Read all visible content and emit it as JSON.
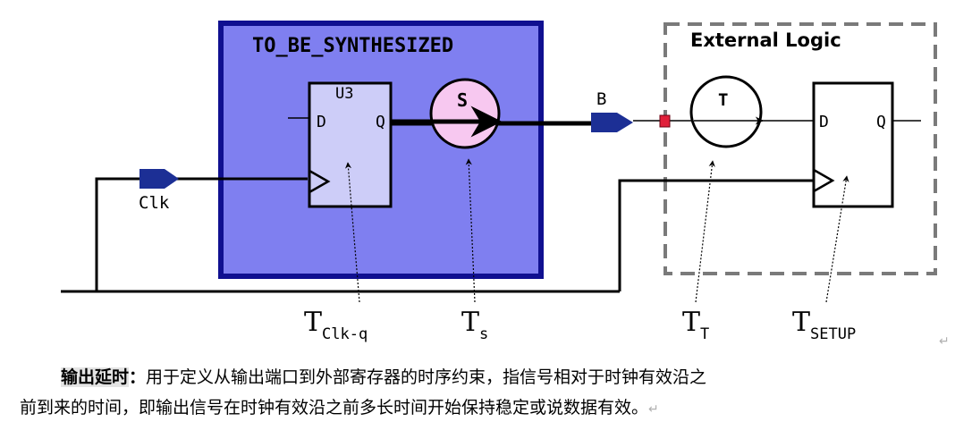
{
  "diagram": {
    "synth_block_title": "TO_BE_SYNTHESIZED",
    "external_block_title": "External Logic",
    "ff_u3": {
      "name": "U3",
      "d": "D",
      "q": "Q"
    },
    "ff_ext": {
      "d": "D",
      "q": "Q"
    },
    "logic_s": "S",
    "logic_t": "T",
    "port_b": "B",
    "port_clk": "Clk",
    "labels": {
      "t_clkq": {
        "main": "T",
        "sub": "Clk-q"
      },
      "t_s": {
        "main": "T",
        "sub": "s"
      },
      "t_t": {
        "main": "T",
        "sub": "T"
      },
      "t_setup": {
        "main": "T",
        "sub": "SETUP"
      }
    },
    "return_mark": "↵",
    "colors": {
      "synth_fill": "#7f7ff0",
      "synth_border": "#101090",
      "ff_fill": "#cdcdf8",
      "bubble_s": "#f7c8f0",
      "port": "#1c2f95",
      "dashed": "#7a7a7a",
      "marker": "#e0203a"
    }
  },
  "caption": {
    "term": "输出延时",
    "colon": "：",
    "line1_rest": "用于定义从输出端口到外部寄存器的时序约束，指信号相对于时钟有效沿之",
    "line2": "前到来的时间，即输出信号在时钟有效沿之前多长时间开始保持稳定或说数据有效。",
    "return_mark": "↵"
  }
}
